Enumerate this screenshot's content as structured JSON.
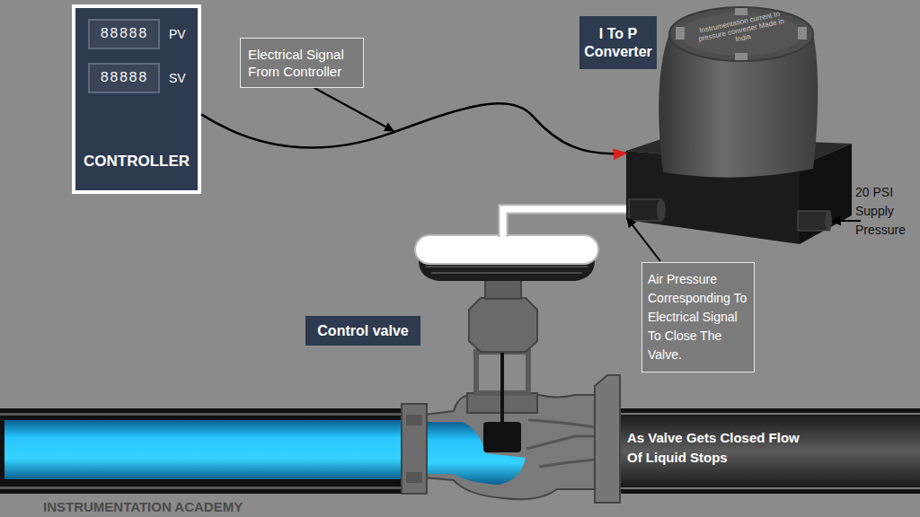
{
  "diagram": {
    "nodes": [
      {
        "text": [
          "CONTROLLER"
        ]
      },
      {
        "text": [
          "88888",
          "PV"
        ],
        "in": 0
      },
      {
        "text": [
          "88888",
          "SV"
        ],
        "in": 0
      },
      {
        "text": [
          "Electrical Signal From Controller"
        ]
      },
      {
        "text": [
          "I To P Converter"
        ]
      },
      {
        "text": [
          "Instrumentation current to pressure converter Made in India"
        ]
      },
      {
        "text": [
          "Air Pressure Corresponding To Electrical Signal To Close The Valve."
        ]
      },
      {
        "text": [
          "Control valve"
        ]
      }
    ],
    "edges": [
      {
        "from": 0,
        "to": 5,
        "arrow": "to"
      }
    ],
    "labels": [
      "20 PSI Supply Pressure",
      "As Valve Gets Closed Flow Of Liquid Stops",
      "INSTRUMENTATION ACADEMY"
    ]
  }
}
